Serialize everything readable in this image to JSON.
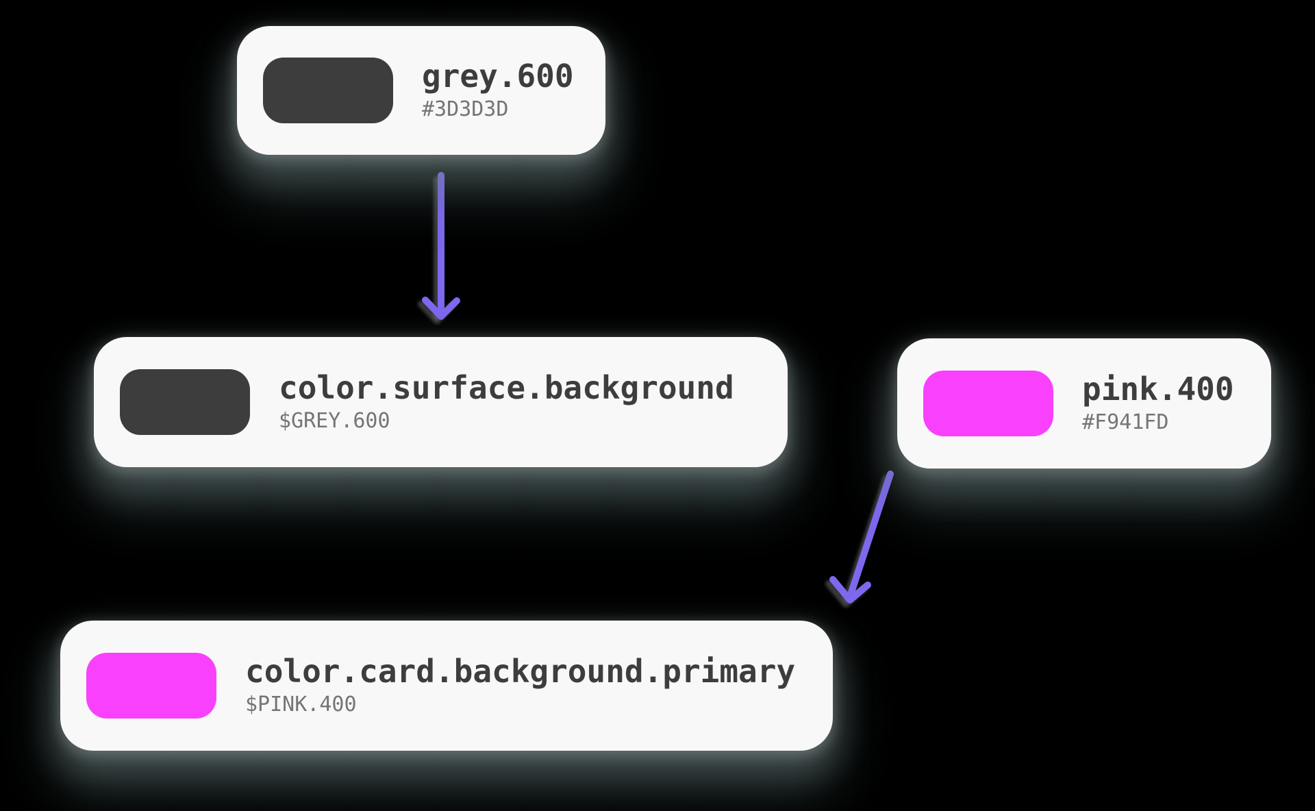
{
  "styles": {
    "canvas_background": "#000000",
    "card_background": "#F8F8F8",
    "title_color": "#3D3D3D",
    "subtitle_color": "#757575",
    "arrow_color": "#7D68EE"
  },
  "tokens": [
    {
      "name": "grey.600",
      "value": "#3D3D3D",
      "swatch": "#3D3D3D"
    },
    {
      "name": "color.surface.background",
      "value": "$GREY.600",
      "swatch": "#3D3D3D"
    },
    {
      "name": "pink.400",
      "value": "#F941FD",
      "swatch": "#F941FD"
    },
    {
      "name": "color.card.background.primary",
      "value": "$PINK.400",
      "swatch": "#F941FD"
    }
  ],
  "edges": [
    {
      "from": "grey.600",
      "to": "color.surface.background"
    },
    {
      "from": "pink.400",
      "to": "color.card.background.primary"
    }
  ]
}
